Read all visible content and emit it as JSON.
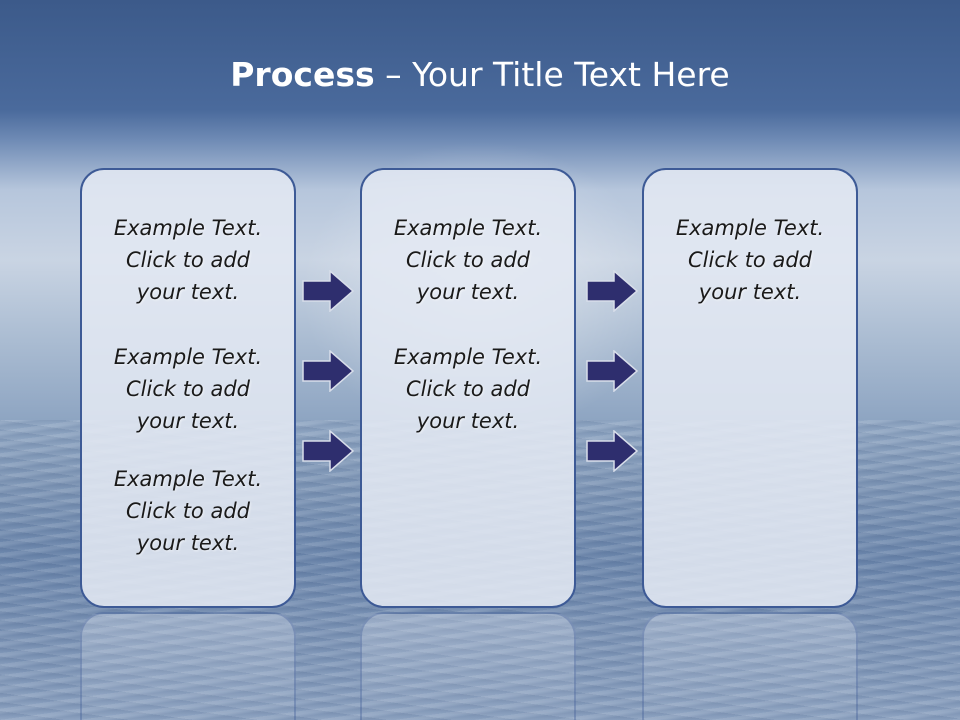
{
  "title": {
    "strong": "Process",
    "rest": " – Your Title Text Here"
  },
  "colors": {
    "panel_border": "#3d5a96",
    "arrow_fill": "#2e2e6e",
    "title_text": "#ffffff"
  },
  "columns": [
    {
      "items": [
        {
          "line1": "Example Text.",
          "line2": "Click  to add",
          "line3": "your text."
        },
        {
          "line1": "Example Text.",
          "line2": "Click  to add",
          "line3": "your text."
        },
        {
          "line1": "Example Text.",
          "line2": "Click  to add",
          "line3": "your text."
        }
      ]
    },
    {
      "items": [
        {
          "line1": "Example Text.",
          "line2": "Click  to add",
          "line3": "your text."
        },
        {
          "line1": "Example Text.",
          "line2": "Click  to add",
          "line3": "your text."
        }
      ]
    },
    {
      "items": [
        {
          "line1": "Example Text.",
          "line2": "Click  to add",
          "line3": "your text."
        }
      ]
    }
  ],
  "arrows": {
    "icon": "right-arrow-icon"
  }
}
